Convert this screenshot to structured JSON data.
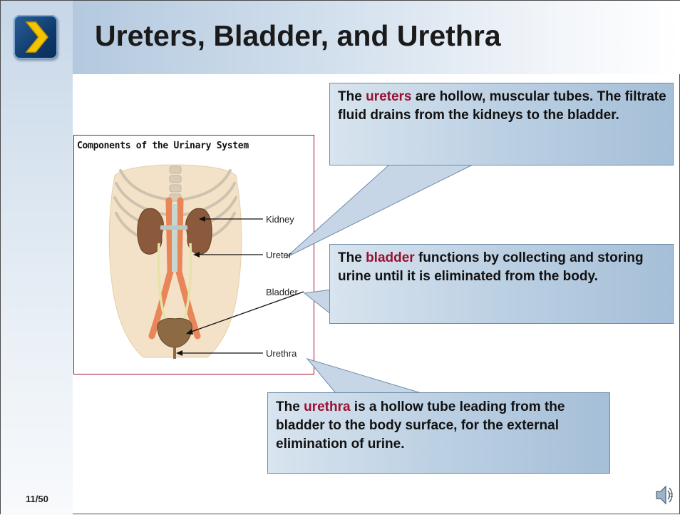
{
  "slide": {
    "title": "Ureters, Bladder, and Urethra",
    "page_number": "11/50"
  },
  "figure": {
    "title": "Components of the Urinary System",
    "labels": {
      "kidney": "Kidney",
      "ureter": "Ureter",
      "bladder": "Bladder",
      "urethra": "Urethra"
    }
  },
  "callouts": {
    "ureters": {
      "before": "The ",
      "term": "ureters",
      "after": " are hollow, muscular tubes. The filtrate fluid drains from the kidneys to the bladder."
    },
    "bladder": {
      "before": "The ",
      "term": "bladder",
      "after": " functions by collecting and storing urine until it is eliminated from the body."
    },
    "urethra": {
      "before": "The ",
      "term": "urethra",
      "after": " is a hollow tube leading from the bladder to the body surface, for the external elimination of urine."
    }
  },
  "icons": {
    "nav": "chevron-right-icon",
    "audio": "speaker-icon"
  },
  "colors": {
    "highlight": "#9b1030",
    "figure_border": "#a01030",
    "nav_button": "#0f3c6e"
  }
}
